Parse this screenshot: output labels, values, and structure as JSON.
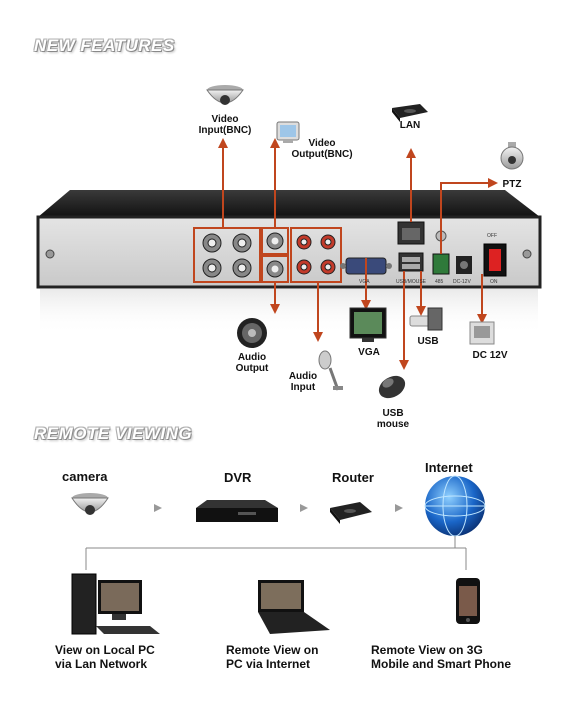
{
  "sections": {
    "new_features": "NEW FEATURES",
    "remote_viewing": "REMOTE VIEWING"
  },
  "features": {
    "video_input": "Video\nInput(BNC)",
    "video_output": "Video\nOutput(BNC)",
    "lan": "LAN",
    "ptz": "PTZ",
    "audio_output": "Audio\nOutput",
    "audio_input": "Audio\nInput",
    "vga": "VGA",
    "usb": "USB",
    "dc12v": "DC 12V",
    "usb_mouse": "USB\nmouse"
  },
  "panel_labels": {
    "off": "OFF",
    "on": "ON",
    "dc12v_small": "DC-12V",
    "vga_small": "VGA",
    "usb_small": "USB/MOUSE",
    "rs485": "485"
  },
  "remote": {
    "camera": "camera",
    "dvr": "DVR",
    "router": "Router",
    "internet": "Internet",
    "local_pc": "View on Local PC\nvia Lan Network",
    "remote_pc": "Remote View on\nPC via Internet",
    "mobile": "Remote View on 3G\nMobile and Smart Phone"
  },
  "colors": {
    "arrow": "#c0461e",
    "panel": "#d7d7d7",
    "port_frame": "#c0461e"
  }
}
